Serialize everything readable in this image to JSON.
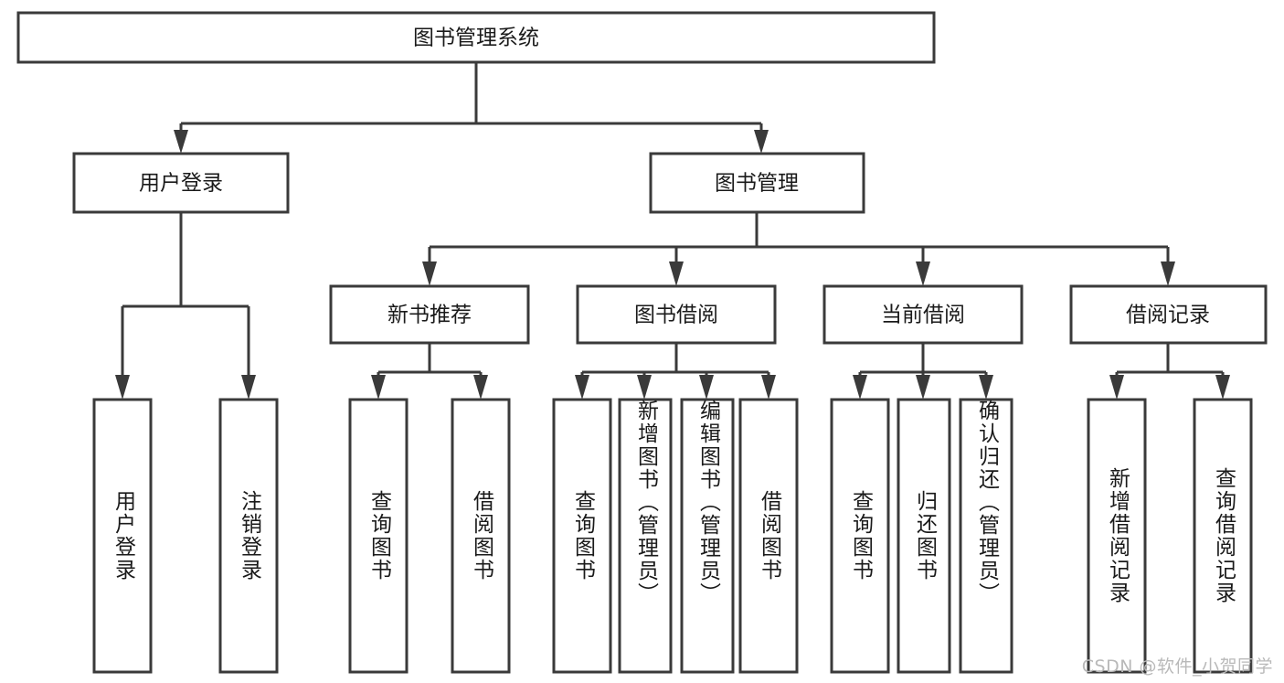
{
  "diagram": {
    "kind": "tree-hierarchy-chart",
    "title": "图书管理系统",
    "orientation": "top-down",
    "colors": {
      "box_stroke": "#3a3a3a",
      "box_fill": "#ffffff",
      "line": "#3a3a3a",
      "text": "#1a1a1a",
      "background": "#ffffff",
      "watermark": "#b9b9b9"
    }
  },
  "root": {
    "id": "root",
    "label": "图书管理系统"
  },
  "level2": [
    {
      "id": "user-login",
      "label": "用户登录"
    },
    {
      "id": "book-manage",
      "label": "图书管理"
    }
  ],
  "level3": [
    {
      "id": "new-book-recommend",
      "label": "新书推荐",
      "parent": "book-manage"
    },
    {
      "id": "book-borrow",
      "label": "图书借阅",
      "parent": "book-manage"
    },
    {
      "id": "current-borrow",
      "label": "当前借阅",
      "parent": "book-manage"
    },
    {
      "id": "borrow-record",
      "label": "借阅记录",
      "parent": "book-manage"
    }
  ],
  "leaves": {
    "user-login": [
      {
        "id": "leaf-user-login",
        "label": "用户登录"
      },
      {
        "id": "leaf-logout",
        "label": "注销登录"
      }
    ],
    "new-book-recommend": [
      {
        "id": "leaf-query-book-1",
        "label": "查询图书"
      },
      {
        "id": "leaf-borrow-book-1",
        "label": "借阅图书"
      }
    ],
    "book-borrow": [
      {
        "id": "leaf-query-book-2",
        "label": "查询图书"
      },
      {
        "id": "leaf-add-book",
        "label": "新增图书（管理员）"
      },
      {
        "id": "leaf-edit-book",
        "label": "编辑图书（管理员）"
      },
      {
        "id": "leaf-borrow-book-2",
        "label": "借阅图书"
      }
    ],
    "current-borrow": [
      {
        "id": "leaf-query-book-3",
        "label": "查询图书"
      },
      {
        "id": "leaf-return-book",
        "label": "归还图书"
      },
      {
        "id": "leaf-confirm-return",
        "label": "确认归还（管理员）"
      }
    ],
    "borrow-record": [
      {
        "id": "leaf-add-record",
        "label": "新增借阅记录"
      },
      {
        "id": "leaf-query-record",
        "label": "查询借阅记录"
      }
    ]
  },
  "watermark": {
    "text": "CSDN @软件_小贺同学"
  }
}
